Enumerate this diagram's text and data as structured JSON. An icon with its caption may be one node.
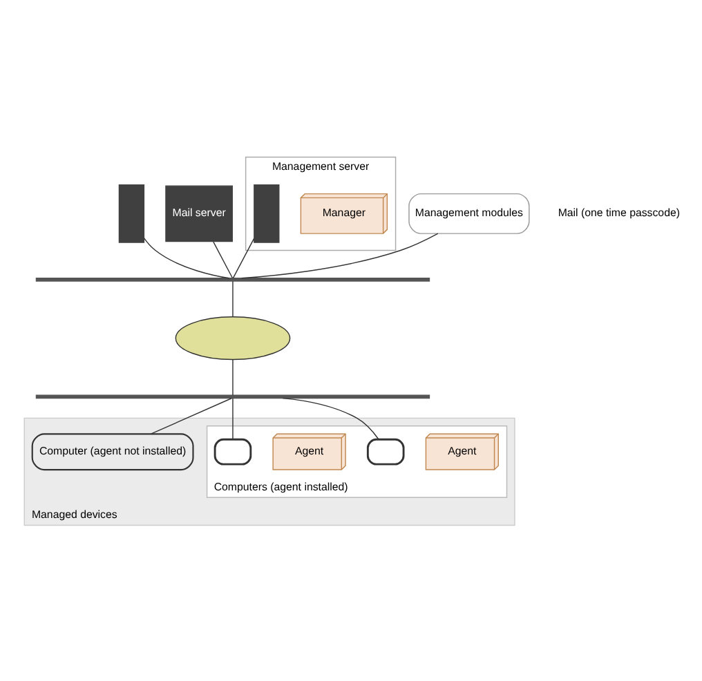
{
  "diagram": {
    "nodes": [
      {
        "text": [],
        "shape": "box"
      },
      {
        "text": [
          "Mail server"
        ]
      },
      {
        "text": [
          "Management server"
        ]
      },
      {
        "text": [],
        "shape": "box",
        "in": 2
      },
      {
        "text": [
          "Manager"
        ],
        "in": 2
      },
      {
        "text": [
          "Management modules"
        ]
      },
      {
        "text": [],
        "shape": "bar"
      },
      {
        "text": [],
        "shape": "ellipse"
      },
      {
        "text": [],
        "shape": "bar"
      },
      {
        "text": [
          "Managed devices"
        ]
      },
      {
        "text": [
          "Computers (agent installed)"
        ],
        "in": 9
      },
      {
        "text": [],
        "shape": "computer",
        "in": 10
      },
      {
        "text": [
          "Agent"
        ],
        "in": 10
      },
      {
        "text": [],
        "shape": "computer",
        "in": 10
      },
      {
        "text": [
          "Agent"
        ],
        "in": 10
      },
      {
        "text": [
          "Computer (agent not installed)"
        ],
        "in": 9
      }
    ],
    "edges": [
      {
        "from": 0,
        "to": 6,
        "arrow": "none"
      },
      {
        "from": 1,
        "to": 6,
        "arrow": "none"
      },
      {
        "from": 3,
        "to": 6,
        "arrow": "none"
      },
      {
        "from": 5,
        "to": 6,
        "arrow": "none"
      },
      {
        "from": 6,
        "to": 7,
        "arrow": "none"
      },
      {
        "from": 7,
        "to": 8,
        "arrow": "none"
      },
      {
        "from": 8,
        "to": 11,
        "arrow": "none"
      },
      {
        "from": 8,
        "to": 13,
        "arrow": "none"
      },
      {
        "from": 8,
        "to": 15,
        "arrow": "none"
      }
    ],
    "labels": [
      "Mail (one time passcode)"
    ]
  }
}
